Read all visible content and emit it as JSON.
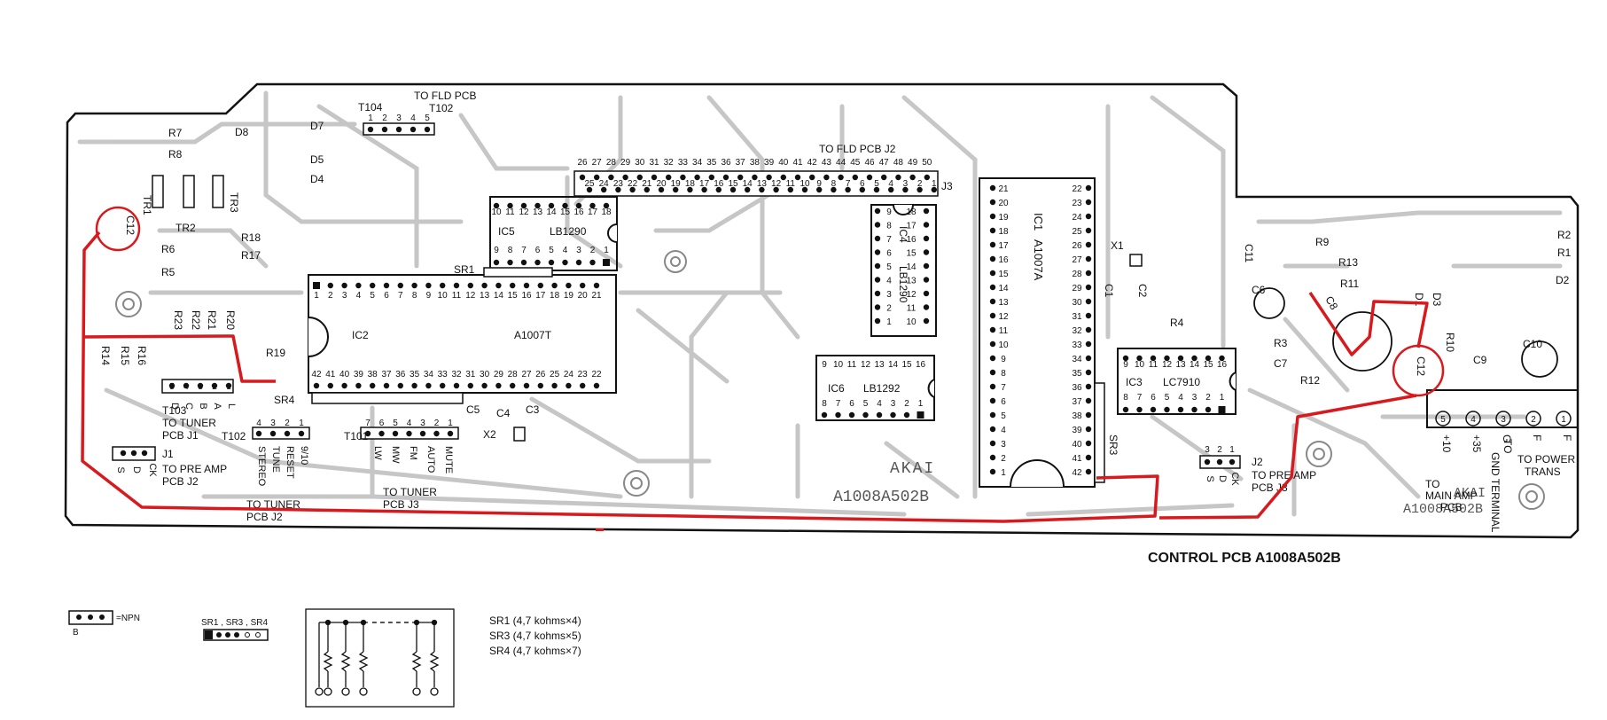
{
  "board": {
    "title": "CONTROL PCB A1008A502B",
    "maker_mark": "AKAI",
    "pcb_number": "A1008A502B",
    "pcb_number_right": "A1008A502B",
    "maker_mark_right": "AKAI"
  },
  "connectors": {
    "t104": "T104",
    "t104_pins": [
      "1",
      "2",
      "3",
      "4",
      "5"
    ],
    "to_fld_pcb_t102": [
      "TO FLD PCB",
      "T102"
    ],
    "to_fld_pcb_j2": "TO FLD PCB J2",
    "j3": "J3",
    "t103": "T103",
    "t103_pins": [
      "5",
      "4",
      "3",
      "2",
      "1"
    ],
    "t103_letters": [
      "D",
      "C",
      "B",
      "A",
      "L"
    ],
    "to_tuner_j1": [
      "TO TUNER",
      "PCB J1"
    ],
    "j1": "J1",
    "j1_letters": [
      "S",
      "D",
      "CK"
    ],
    "to_pre_amp_j2": [
      "TO PRE AMP",
      "PCB J2"
    ],
    "t102": "T102",
    "t102_pins": [
      "4",
      "3",
      "2",
      "1"
    ],
    "t102_funcs": [
      "STEREO",
      "TUNE",
      "RESET",
      "9/10"
    ],
    "to_tuner_j2": [
      "TO TUNER",
      "PCB J2"
    ],
    "t101": "T101",
    "t101_pins": [
      "7",
      "6",
      "5",
      "4",
      "3",
      "2",
      "1"
    ],
    "t101_funcs": [
      "LW",
      "MW",
      "FM",
      "AUTO",
      "MUTE"
    ],
    "to_tuner_j3": [
      "TO TUNER",
      "PCB J3"
    ],
    "j2": "J2",
    "j2_pins": [
      "3",
      "2",
      "1"
    ],
    "j2_letters": [
      "S",
      "D",
      "CK"
    ],
    "to_pre_amp_j3": [
      "TO PRE AMP",
      "PCB J3"
    ],
    "power_pins": [
      "5",
      "4",
      "3",
      "2",
      "1"
    ],
    "power_labels": [
      "+10",
      "+35",
      "G",
      "F",
      "F"
    ],
    "to_main_amp": [
      "TO",
      "MAIN AMP",
      "PCB"
    ],
    "gnd_terminal": [
      "TO",
      "GND TERMINAL"
    ],
    "to_power_trans": [
      "TO POWER",
      "TRANS"
    ]
  },
  "j3_top_pins": [
    "26",
    "27",
    "28",
    "29",
    "30",
    "31",
    "32",
    "33",
    "34",
    "35",
    "36",
    "37",
    "38",
    "39",
    "40",
    "41",
    "42",
    "43",
    "44",
    "45",
    "46",
    "47",
    "48",
    "49",
    "50"
  ],
  "j3_bottom_pins": [
    "25",
    "24",
    "23",
    "22",
    "21",
    "20",
    "19",
    "18",
    "17",
    "16",
    "15",
    "14",
    "13",
    "12",
    "11",
    "10",
    "9",
    "8",
    "7",
    "6",
    "5",
    "4",
    "3",
    "2",
    "1"
  ],
  "ics": {
    "ic5": {
      "ref": "IC5",
      "part": "LB1290",
      "top": [
        "10",
        "11",
        "12",
        "13",
        "14",
        "15",
        "16",
        "17",
        "18"
      ],
      "bottom": [
        "9",
        "8",
        "7",
        "6",
        "5",
        "4",
        "3",
        "2",
        "1"
      ]
    },
    "ic2": {
      "ref": "IC2",
      "part": "A1007T",
      "top": [
        "1",
        "2",
        "3",
        "4",
        "5",
        "6",
        "7",
        "8",
        "9",
        "10",
        "11",
        "12",
        "13",
        "14",
        "15",
        "16",
        "17",
        "18",
        "19",
        "20",
        "21"
      ],
      "bottom": [
        "42",
        "41",
        "40",
        "39",
        "38",
        "37",
        "36",
        "35",
        "34",
        "33",
        "32",
        "31",
        "30",
        "29",
        "28",
        "27",
        "26",
        "25",
        "24",
        "23",
        "22"
      ]
    },
    "ic4": {
      "ref": "IC4",
      "part": "LB1290",
      "left": [
        "9",
        "8",
        "7",
        "6",
        "5",
        "4",
        "3",
        "2",
        "1"
      ],
      "right": [
        "18",
        "17",
        "16",
        "15",
        "14",
        "13",
        "12",
        "11",
        "10"
      ]
    },
    "ic6": {
      "ref": "IC6",
      "part": "LB1292",
      "top": [
        "9",
        "10",
        "11",
        "12",
        "13",
        "14",
        "15",
        "16"
      ],
      "bottom": [
        "8",
        "7",
        "6",
        "5",
        "4",
        "3",
        "2",
        "1"
      ]
    },
    "ic1": {
      "ref": "IC1",
      "part": "A1007A",
      "left": [
        "21",
        "20",
        "19",
        "18",
        "17",
        "16",
        "15",
        "14",
        "13",
        "12",
        "11",
        "10",
        "9",
        "8",
        "7",
        "6",
        "5",
        "4",
        "3",
        "2",
        "1"
      ],
      "right": [
        "22",
        "23",
        "24",
        "25",
        "26",
        "27",
        "28",
        "29",
        "30",
        "31",
        "32",
        "33",
        "34",
        "35",
        "36",
        "37",
        "38",
        "39",
        "40",
        "41",
        "42"
      ]
    },
    "ic3": {
      "ref": "IC3",
      "part": "LC7910",
      "top": [
        "9",
        "10",
        "11",
        "12",
        "13",
        "14",
        "15",
        "16"
      ],
      "bottom": [
        "8",
        "7",
        "6",
        "5",
        "4",
        "3",
        "2",
        "1"
      ]
    }
  },
  "components": {
    "resistors": [
      "R7",
      "R8",
      "R18",
      "R17",
      "R6",
      "R5",
      "R19",
      "R23",
      "R22",
      "R21",
      "R20",
      "R14",
      "R15",
      "R16",
      "R4",
      "R3",
      "R12",
      "R9",
      "R13",
      "R11",
      "R10",
      "R2",
      "R1"
    ],
    "capacitors": [
      "C12",
      "C5",
      "C4",
      "C3",
      "C1",
      "C2",
      "C11",
      "C7",
      "C6",
      "C8",
      "C9",
      "C10",
      "C12"
    ],
    "diodes": [
      "D8",
      "D7",
      "D5",
      "D4",
      "D1",
      "D3",
      "D2"
    ],
    "transistors": [
      "TR1",
      "TR2",
      "TR3"
    ],
    "other": [
      "X1",
      "X2",
      "SR1",
      "SR3",
      "SR4"
    ]
  },
  "legend": {
    "npn": "=NPN",
    "npn_pin": "B",
    "sr_header": "SR1 , SR3 , SR4",
    "sr_lines": [
      "SR1 (4,7 kohms×4)",
      "SR3 (4,7 kohms×5)",
      "SR4 (4,7 kohms×7)"
    ]
  },
  "colors": {
    "trace": "#b9b9b9",
    "outline": "#111111",
    "highlight": "#d8191d"
  }
}
